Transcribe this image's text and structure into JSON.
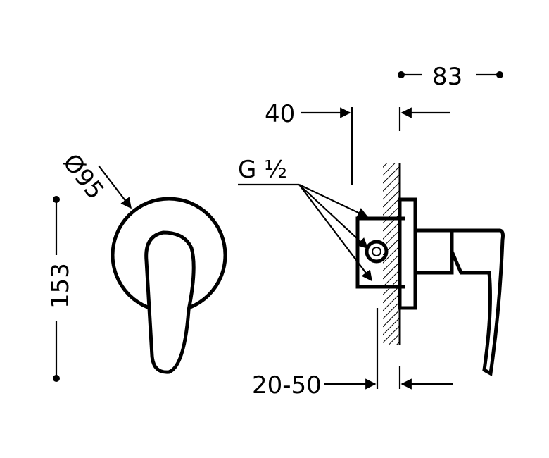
{
  "drawing": {
    "dimensions": {
      "diameter": "Ø95",
      "height": "153",
      "depth_total": "83",
      "depth_front": "40",
      "thread": "G ½",
      "wall_range": "20-50"
    }
  }
}
